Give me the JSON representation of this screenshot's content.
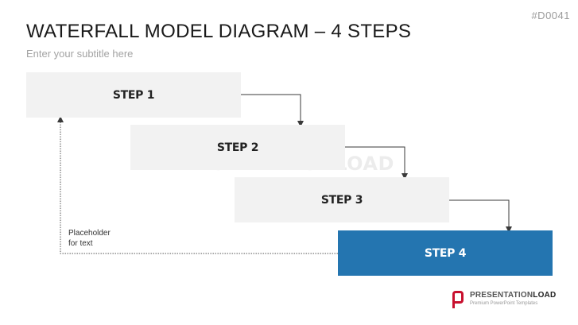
{
  "slide": {
    "code": "#D0041",
    "title": "WATERFALL MODEL DIAGRAM – 4 STEPS",
    "subtitle": "Enter your subtitle here"
  },
  "steps": [
    {
      "label": "STEP 1",
      "active": false
    },
    {
      "label": "STEP 2",
      "active": false
    },
    {
      "label": "STEP 3",
      "active": false
    },
    {
      "label": "STEP 4",
      "active": true
    }
  ],
  "feedback": {
    "line1": "Placeholder",
    "line2": "for text"
  },
  "watermark": {
    "text": "PRESENTATIONLOAD"
  },
  "logo": {
    "name_part1": "PRESENTATION",
    "name_part2": "LOAD",
    "tagline": "Premium PowerPoint Templates"
  },
  "colors": {
    "step_fill": "#f2f2f2",
    "active_fill": "#2475b0",
    "brand_red": "#c8102e"
  }
}
